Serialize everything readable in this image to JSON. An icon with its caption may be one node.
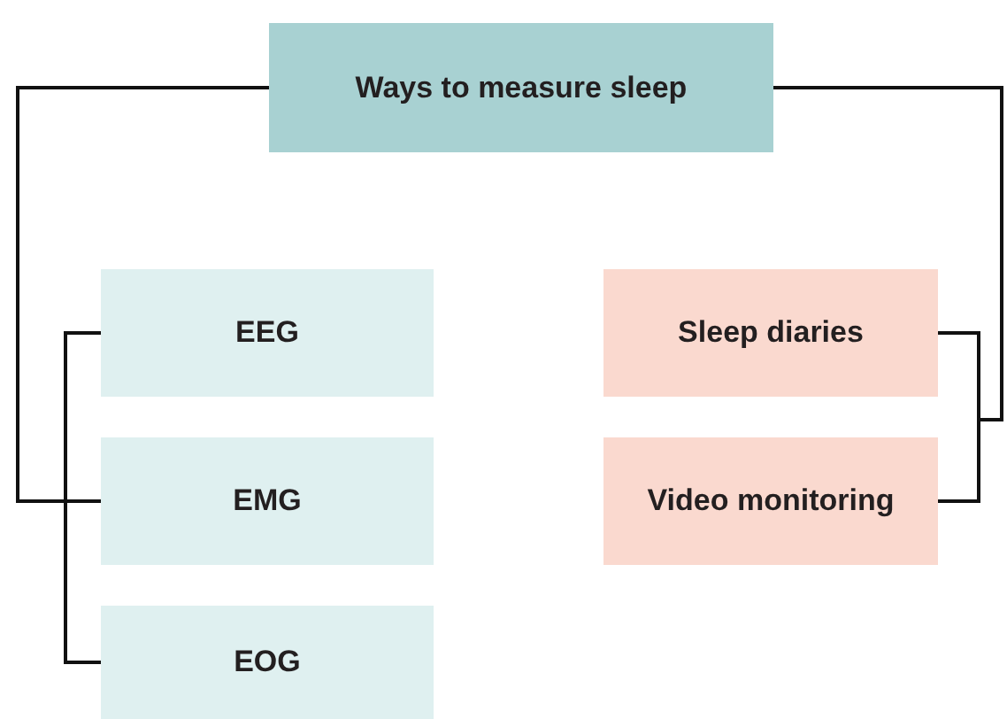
{
  "diagram": {
    "nodes": [
      {
        "text": [
          "Ways to measure sleep"
        ]
      },
      {
        "text": [
          "EEG"
        ]
      },
      {
        "text": [
          "EMG"
        ]
      },
      {
        "text": [
          "EOG"
        ]
      },
      {
        "text": [
          "Sleep diaries"
        ]
      },
      {
        "text": [
          "Video monitoring"
        ]
      }
    ],
    "edges": [
      {
        "from": 0,
        "to": 1,
        "arrow": "none"
      },
      {
        "from": 0,
        "to": 2,
        "arrow": "none"
      },
      {
        "from": 0,
        "to": 3,
        "arrow": "none"
      },
      {
        "from": 0,
        "to": 4,
        "arrow": "none"
      },
      {
        "from": 0,
        "to": 5,
        "arrow": "none"
      }
    ]
  }
}
